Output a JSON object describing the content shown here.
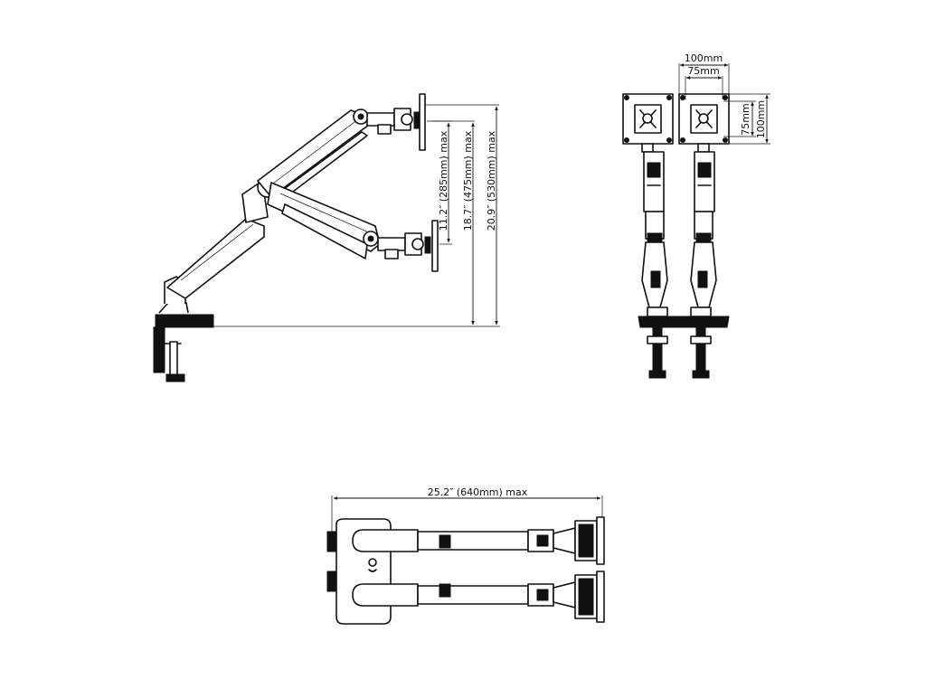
{
  "dimensions": {
    "tilt_range": "11.2″ (285mm) max",
    "height_range": "18.7″ (475mm) max",
    "max_height": "20.9″ (530mm) max",
    "vesa_100_w": "100mm",
    "vesa_75_w": "75mm",
    "vesa_75_h": "75mm",
    "vesa_100_h": "100mm",
    "max_reach": "25.2″ (640mm) max"
  }
}
